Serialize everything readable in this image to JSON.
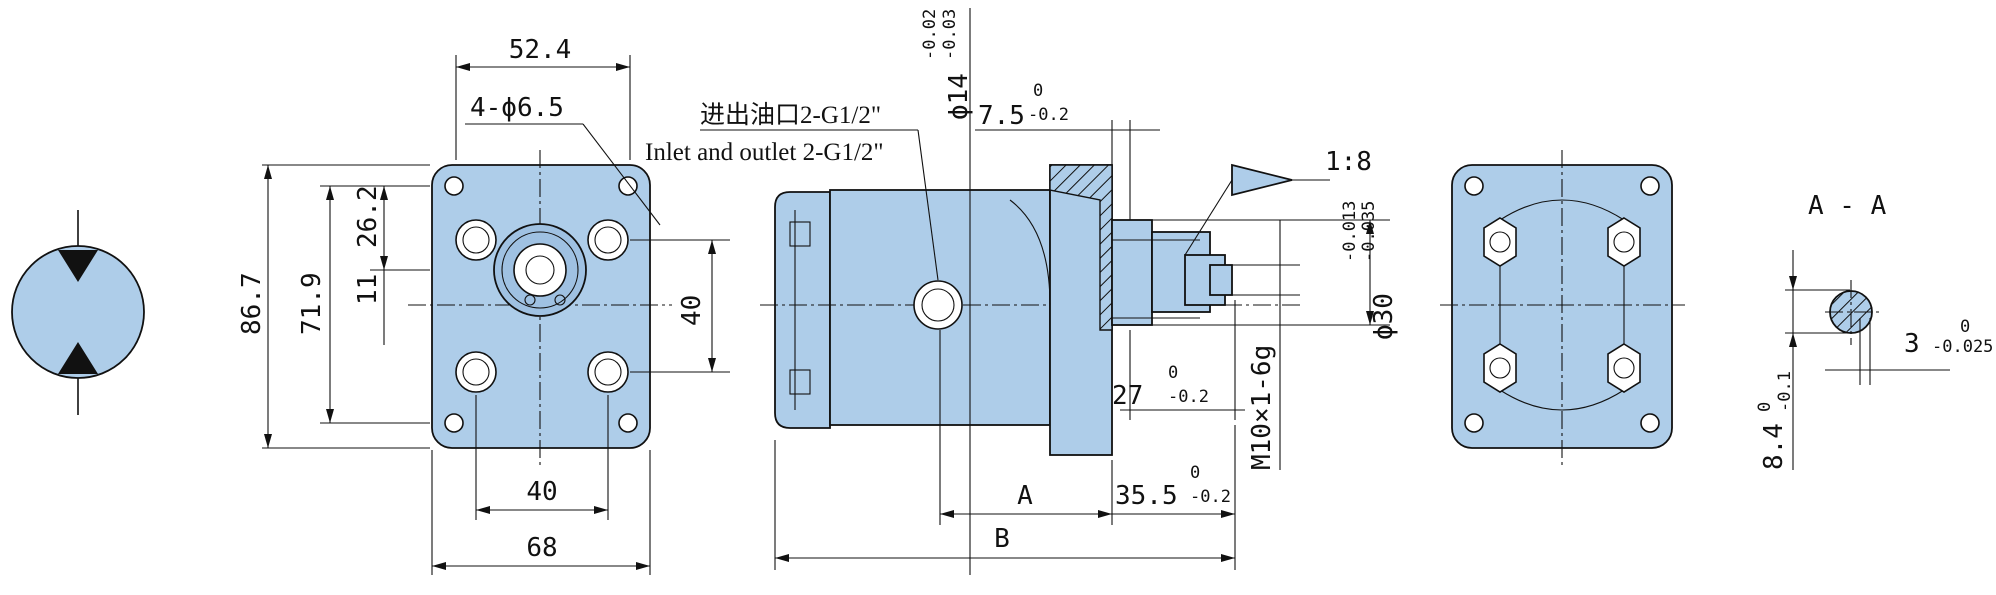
{
  "front_view": {
    "dim_top_width": "52.4",
    "dim_holes": "4-ϕ6.5",
    "dim_height_total": "86.7",
    "dim_height_holes": "71.9",
    "dim_small_a": "11",
    "dim_small_b": "26.2",
    "dim_port_spacing": "40",
    "dim_bottom_holes": "40",
    "dim_bottom_width": "68"
  },
  "side_view": {
    "port_label_cn": "进出油口2-G1/2\"",
    "port_label_en": "Inlet and outlet 2-G1/2\"",
    "dim_shaft_dia": "ϕ14",
    "dim_shaft_dia_tol_upper": "-0.02",
    "dim_shaft_dia_tol_lower": "-0.03",
    "dim_flange": "7.5",
    "dim_flange_tol_upper": "0",
    "dim_flange_tol_lower": "-0.2",
    "dim_taper": "1:8",
    "dim_spigot": "ϕ30",
    "dim_spigot_tol_upper": "-0.013",
    "dim_spigot_tol_lower": "-0.035",
    "dim_thread": "M10×1-6g",
    "dim_shaft_len": "27",
    "dim_shaft_len_tol_upper": "0",
    "dim_shaft_len_tol_lower": "-0.2",
    "dim_a": "A",
    "dim_b": "B",
    "dim_spigot_len": "35.5",
    "dim_spigot_len_tol_upper": "0",
    "dim_spigot_len_tol_lower": "-0.2"
  },
  "section_view": {
    "title": "A - A",
    "dim_key": "3",
    "dim_key_tol_upper": "0",
    "dim_key_tol_lower": "-0.025",
    "dim_key_depth": "8.4",
    "dim_key_depth_tol_upper": "0",
    "dim_key_depth_tol_lower": "-0.1"
  },
  "colors": {
    "body": "#aecde9",
    "line": "#111111"
  }
}
